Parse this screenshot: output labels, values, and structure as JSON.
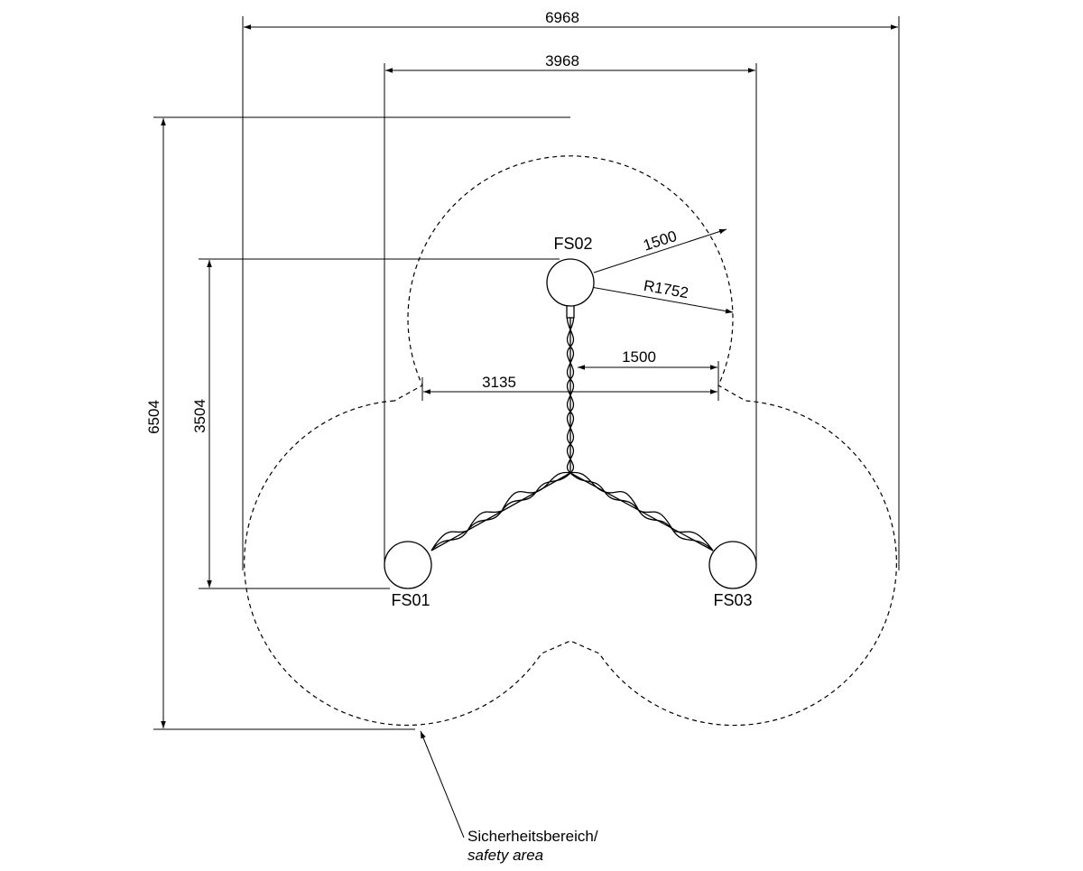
{
  "drawing": {
    "dimensions": {
      "overall_width": "6968",
      "post_span_width": "3968",
      "overall_height": "6504",
      "post_height": "3504",
      "radius_offset": "1500",
      "radius": "R1752",
      "half_gap": "1500",
      "waist_width": "3135"
    },
    "posts": {
      "fs01": "FS01",
      "fs02": "FS02",
      "fs03": "FS03"
    },
    "safety_area": {
      "label_de": "Sicherheitsbereich/",
      "label_en": "safety area"
    }
  }
}
